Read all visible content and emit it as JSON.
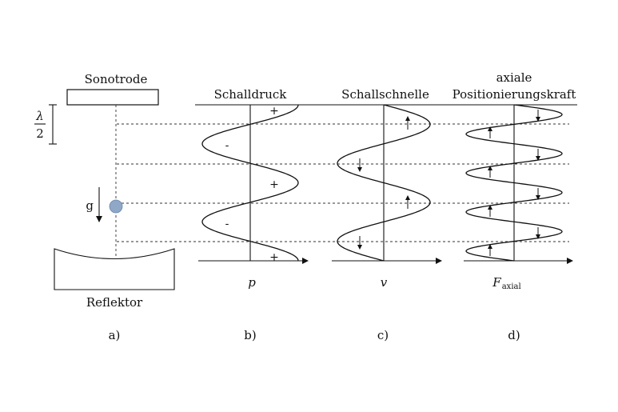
{
  "panel_a": {
    "sonotrode_label": "Sonotrode",
    "reflector_label": "Reflektor",
    "lambda_symbol": "λ",
    "lambda_denominator": "2",
    "gravity_label": "g",
    "particle_color": "#8fa8c8",
    "caption": "a)"
  },
  "panel_b": {
    "title": "Schalldruck",
    "axis_label": "p",
    "signs": [
      "+",
      "-",
      "+",
      "-",
      "+"
    ],
    "caption": "b)"
  },
  "panel_c": {
    "title": "Schallschnelle",
    "axis_label": "v",
    "caption": "c)"
  },
  "panel_d": {
    "title_line1": "axiale",
    "title_line2": "Positionierungskraft",
    "axis_label": "F",
    "axis_subscript": "axial",
    "caption": "d)"
  }
}
